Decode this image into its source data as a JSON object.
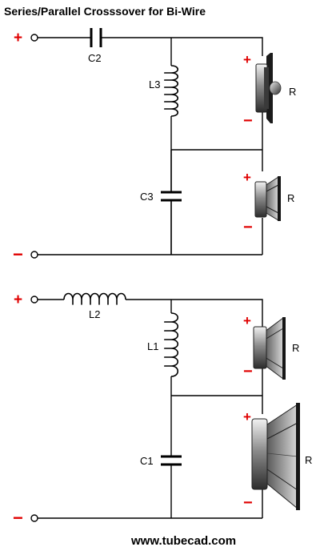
{
  "title": "Series/Parallel Crosssover for Bi-Wire",
  "footer": "www.tubecad.com",
  "colors": {
    "terminal_sign": "#e00000",
    "wire": "#000000"
  },
  "top_circuit": {
    "input_plus": "+",
    "input_minus": "−",
    "series_capacitor": "C2",
    "shunt_inductor": "L3",
    "shunt_capacitor": "C3",
    "tweeter": {
      "plus": "+",
      "minus": "−",
      "label": "R"
    },
    "midrange": {
      "plus": "+",
      "minus": "−",
      "label": "R"
    }
  },
  "bottom_circuit": {
    "input_plus": "+",
    "input_minus": "−",
    "series_inductor": "L2",
    "shunt_inductor": "L1",
    "shunt_capacitor": "C1",
    "midrange": {
      "plus": "+",
      "minus": "−",
      "label": "R"
    },
    "woofer": {
      "plus": "+",
      "minus": "−",
      "label": "R"
    }
  }
}
